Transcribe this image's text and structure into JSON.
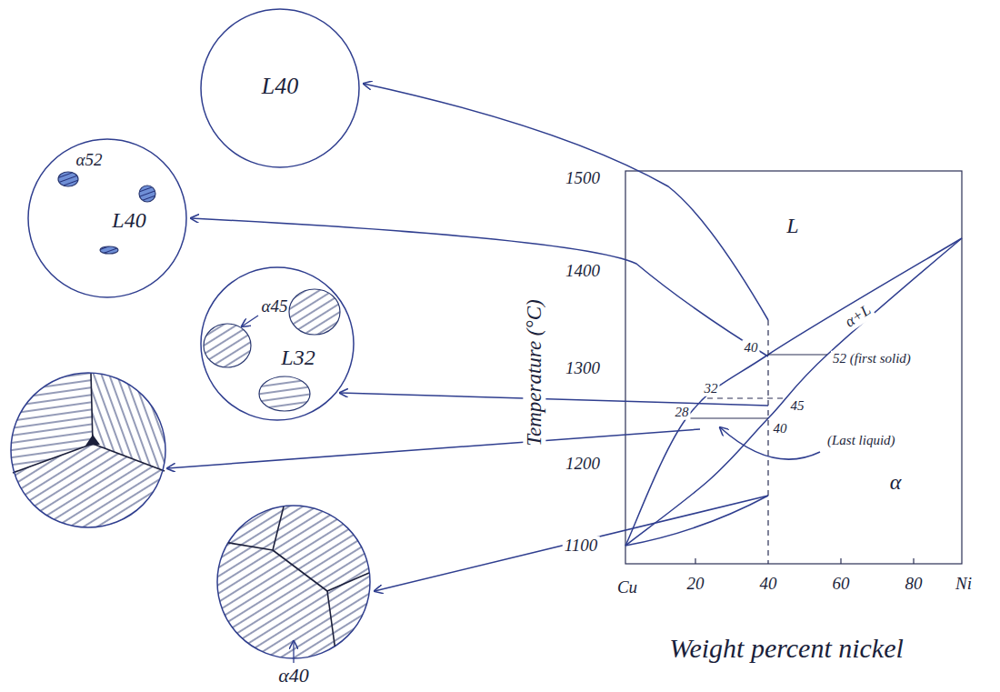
{
  "diagram": {
    "nodes": [
      {
        "text": [
          "L40"
        ]
      },
      {
        "text": [
          "α52",
          "L40"
        ]
      },
      {
        "text": [
          "α45",
          "L32"
        ]
      },
      {
        "text": [
          "α40"
        ]
      }
    ],
    "labels": [
      "1500",
      "1400",
      "1300",
      "1200",
      "1100",
      "Cu",
      "20",
      "40",
      "60",
      "80",
      "Ni",
      "Temperature (°C)",
      "Weight percent nickel",
      "L",
      "α+L",
      "α",
      "40",
      "52 (first solid)",
      "32",
      "45",
      "28",
      "40",
      "(Last liquid)"
    ]
  }
}
